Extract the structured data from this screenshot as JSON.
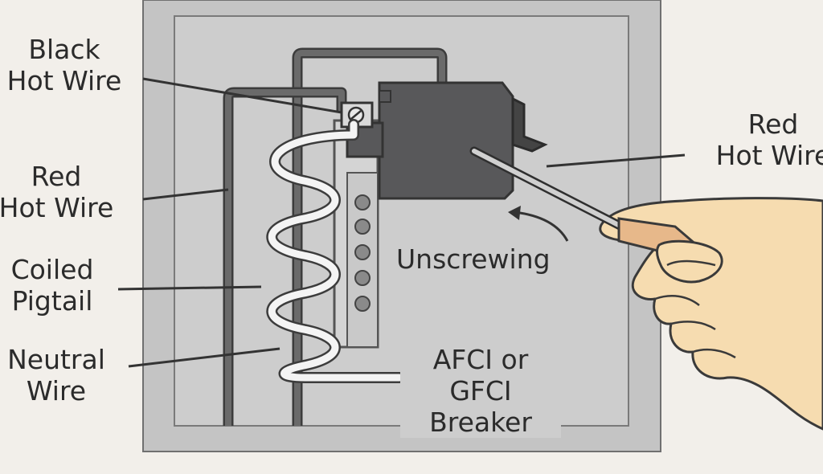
{
  "labels": {
    "black_hot_wire": {
      "line1": "Black",
      "line2": "Hot Wire"
    },
    "red_hot_wire_left": {
      "line1": "Red",
      "line2": "Hot Wire"
    },
    "coiled_pigtail": {
      "line1": "Coiled",
      "line2": "Pigtail"
    },
    "neutral_wire": {
      "line1": "Neutral",
      "line2": "Wire"
    },
    "red_hot_wire_right": {
      "line1": "Red",
      "line2": "Hot Wire"
    },
    "unscrewing": "Unscrewing",
    "breaker": {
      "line1": "AFCI or",
      "line2": "GFCI",
      "line3": "Breaker"
    }
  },
  "colors": {
    "background": "#f2efea",
    "panel_outer": "#c4c4c4",
    "panel_inner": "#cdcdcd",
    "breaker_body": "#5a5a5c",
    "wire": "#555555",
    "neutral_wire": "#f4f4f4",
    "skin": "#f6dcb0",
    "handle": "#e7b88a"
  }
}
